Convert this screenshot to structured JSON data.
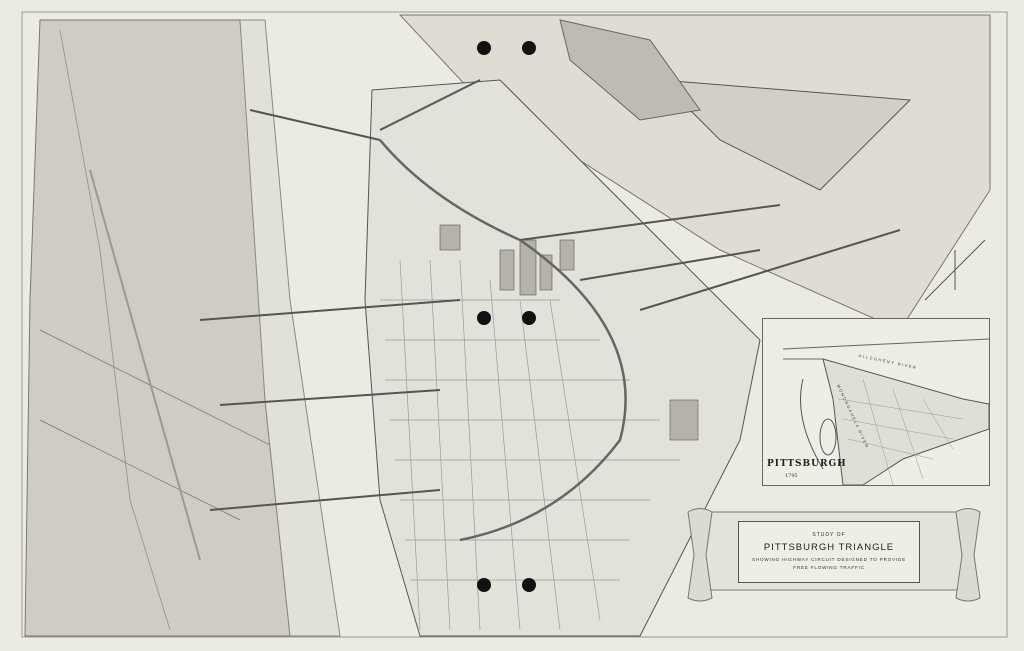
{
  "caption": {
    "line1": "STUDY OF",
    "title": "PITTSBURGH TRIANGLE",
    "line3": "SHOWING HIGHWAY CIRCUIT DESIGNED TO PROVIDE",
    "line4": "FREE FLOWING TRAFFIC"
  },
  "inset_map": {
    "title": "PITTSBURGH",
    "year": "1795",
    "labels": [
      "ALLEGHENY RIVER",
      "MONONGAHELA RIVER"
    ]
  },
  "colors": {
    "paper": "#ecebe3",
    "ink": "#333333",
    "hole": "#111111"
  }
}
